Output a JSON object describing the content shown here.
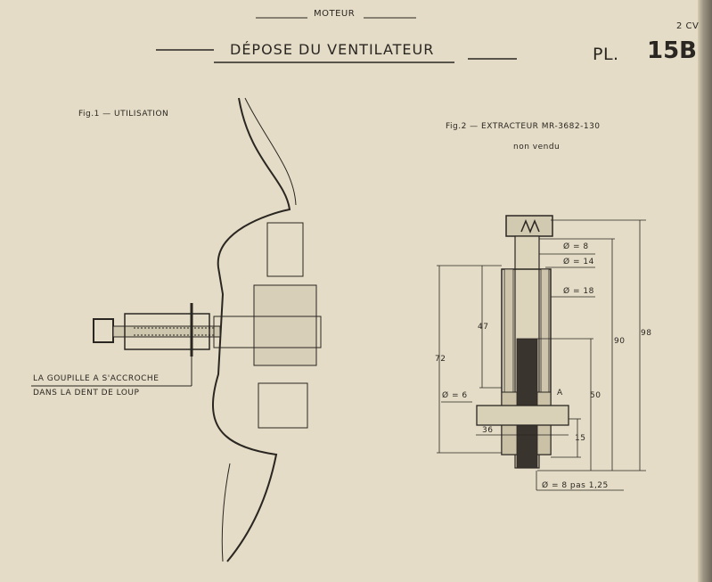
{
  "header": {
    "section": "MOTEUR",
    "title": "DÉPOSE DU VENTILATEUR",
    "model": "2 CV",
    "plate_prefix": "PL.",
    "plate_number": "15B"
  },
  "fig1": {
    "caption": "Fig.1 — UTILISATION",
    "note_line1": "LA GOUPILLE A S'ACCROCHE",
    "note_line2": "DANS LA DENT DE LOUP"
  },
  "fig2": {
    "caption": "Fig.2 — EXTRACTEUR MR-3682-130",
    "subcaption": "non vendu",
    "dims": {
      "d8": "Ø = 8",
      "d14": "Ø = 14",
      "d18": "Ø = 18",
      "d6": "Ø = 6",
      "l47": "47",
      "l72": "72",
      "l90": "90",
      "l98": "98",
      "l50": "50",
      "l15": "15",
      "l36": "36",
      "pin_label": "A",
      "thread": "Ø = 8 pas 1,25"
    }
  }
}
